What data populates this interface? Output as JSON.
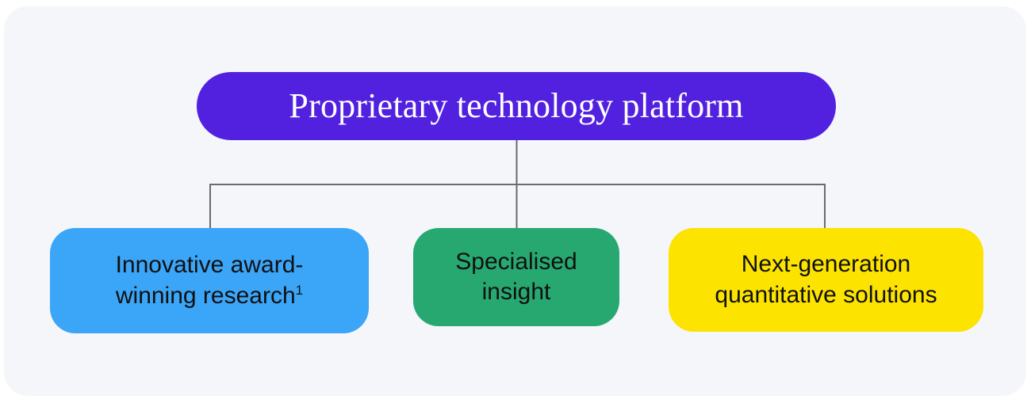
{
  "diagram": {
    "type": "hierarchy-tree",
    "background_color": "#f4f6fa",
    "page_color": "#ffffff",
    "connector_color": "#6b6b6b",
    "root": {
      "label": "Proprietary technology platform",
      "fill_color": "#5221e0",
      "text_color": "#ffffff"
    },
    "children": [
      {
        "label_line1": "Innovative award-",
        "label_line2": "winning research",
        "footnote": "1",
        "fill_color": "#3ba5f7",
        "text_color": "#101010"
      },
      {
        "label_line1": "Specialised",
        "label_line2": "insight",
        "footnote": "",
        "fill_color": "#27a871",
        "text_color": "#101010"
      },
      {
        "label_line1": "Next-generation",
        "label_line2": "quantitative solutions",
        "footnote": "",
        "fill_color": "#fce300",
        "text_color": "#101010"
      }
    ]
  }
}
